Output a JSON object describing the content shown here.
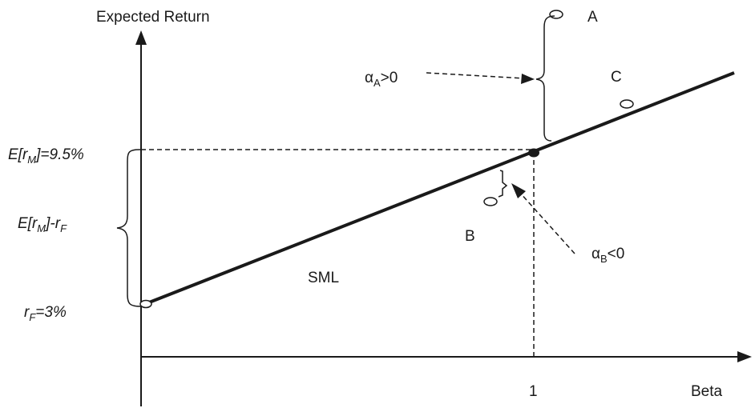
{
  "axes": {
    "y_label": "Expected Return",
    "x_label": "Beta",
    "x_tick": "1"
  },
  "line": {
    "label": "SML"
  },
  "y_markers": {
    "market": {
      "pre": "E[r",
      "sub": "M",
      "post": "]=9.5%"
    },
    "premium": {
      "pre": "E[r",
      "sub": "M",
      "mid": "]-r",
      "sub2": "F"
    },
    "riskfree": {
      "pre": "r",
      "sub": "F",
      "post": "=3%"
    }
  },
  "points": {
    "A": "A",
    "B": "B",
    "C": "C"
  },
  "alphas": {
    "A": {
      "sym": "α",
      "sub": "A",
      "rel": ">0"
    },
    "B": {
      "sym": "α",
      "sub": "B",
      "rel": "<0"
    }
  },
  "colors": {
    "ink": "#1a1a1a",
    "background": "#ffffff"
  }
}
